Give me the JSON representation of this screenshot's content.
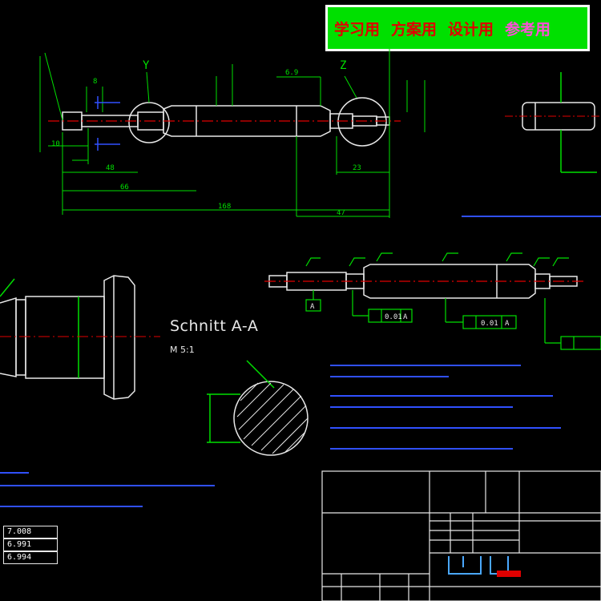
{
  "banner": {
    "label_1": "学习用",
    "label_2": "方案用",
    "label_3": "设计用",
    "label_4": "参考用"
  },
  "section": {
    "title": "Schnitt A-A",
    "scale": "M 5:1"
  },
  "markers": {
    "detail_y": "Y",
    "detail_z": "Z",
    "datum_a": "A"
  },
  "dimensions": {
    "d_10": "10",
    "d_48": "48",
    "d_66": "66",
    "d_168": "168",
    "d_47": "47",
    "d_23": "23",
    "d_6_9": "6.9",
    "d_8": "8"
  },
  "tolerance": {
    "run_1": "0.01",
    "run_2": "0.01",
    "ref": "A"
  },
  "fit_table": {
    "rows": [
      "7.008",
      "6.991",
      "6.994"
    ]
  },
  "colors": {
    "background": "#000000",
    "geometry": "#e8e8e8",
    "dimension": "#00e000",
    "centerline": "#e00000",
    "note_text": "#3050ff",
    "banner": "#00e000"
  }
}
